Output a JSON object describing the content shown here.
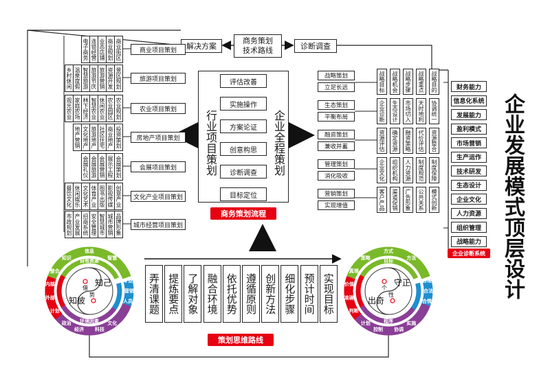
{
  "top": {
    "center_line1": "商务策划",
    "center_line2": "技术路线",
    "left": "解决方案",
    "right": "诊断调查"
  },
  "left_projects": [
    {
      "label": "商业项目策划",
      "cells": [
        "电子商务",
        "连锁经营",
        "业态店铺",
        "商业规划",
        "商业街区"
      ]
    },
    {
      "label": "旅游项目策划",
      "cells": [
        "乡村休闲",
        "温泉度假",
        "智慧旅游",
        "旅游节庆",
        "旅游营销",
        "资源开发",
        "景区规划"
      ]
    },
    {
      "label": "农业项目策划",
      "cells": [
        "观光农业",
        "家庭农场",
        "林下经济",
        "智慧农业",
        "休闲农业",
        "农业园区",
        "农业规划"
      ]
    },
    {
      "label": "房地产项目策划",
      "cells": [
        "地产营销",
        "文化地产",
        "旅游地产",
        "社区住宅",
        "商业地产",
        "投资策划"
      ]
    },
    {
      "label": "会展项目策划",
      "cells": [
        "会展礼仪",
        "会展旅游",
        "会展营销",
        "展示工程",
        "会展策划"
      ]
    },
    {
      "label": "文化产业项目策划",
      "cells": [
        "餐饮文化",
        "休闲娱乐",
        "文化艺术",
        "体育产业",
        "图书出版",
        "影视传媒",
        "创意产业"
      ]
    },
    {
      "label": "城市经营项目策划",
      "cells": [
        "市政规划",
        "产业发展",
        "招商系统",
        "安全管理",
        "智慧城市",
        "城市营销",
        "品牌形象"
      ]
    }
  ],
  "industry_title": "行业项目策划",
  "process_steps": [
    "评估改善",
    "实施操作",
    "方案论证",
    "创意构思",
    "诊断调查",
    "目标定位"
  ],
  "process_label": "商务策划流程",
  "enterprise_title": "企业全程策划",
  "right_pairs": [
    {
      "a": "战略策划",
      "b": "立足长远",
      "cells": [
        "战略目标",
        "战略机会",
        "战略步骤",
        "战略重点",
        "战略目的"
      ]
    },
    {
      "a": "生态策划",
      "b": "平衡布局",
      "cells": [
        "企业诊断",
        "生态设计",
        "市场切入",
        "天时地利",
        "协调统一"
      ]
    },
    {
      "a": "融资策划",
      "b": "兼收并蓄",
      "cells": [
        "资源评估",
        "确定资源",
        "融资策略",
        "代价评估",
        "资源整合"
      ]
    },
    {
      "a": "管理策划",
      "b": "消化吸收",
      "cells": [
        "企业文化",
        "组织机构",
        "人力资源",
        "制度规范",
        "制度保障"
      ]
    },
    {
      "a": "营销策划",
      "b": "实现增值",
      "cells": [
        "客户产品",
        "渠道促销",
        "广告形象",
        "公共关系",
        "模式创新"
      ]
    }
  ],
  "abilities": [
    "财务能力",
    "信息化系统",
    "发展能力",
    "盈利模式",
    "市场营销",
    "生产运作",
    "技术研发",
    "生态设计",
    "企业文化",
    "人力资源",
    "组织管理",
    "战略能力"
  ],
  "diagnosis_label": "企业诊断系统",
  "vertical_title": "企业发展模式顶层设计",
  "thinking_steps": [
    "弄清课题",
    "提炼要点",
    "了解对象",
    "融合环境",
    "依托优势",
    "遵循原则",
    "创新方法",
    "细化步骤",
    "预计时间",
    "实现目标"
  ],
  "thinking_label": "策划思维路线",
  "left_circle": {
    "inner1": "知己",
    "inner2": "知彼",
    "mid1": "借",
    "mid2": "势",
    "ring_top": [
      "知识",
      "信息",
      "智慧"
    ],
    "ring_top2": "自有资源",
    "ring_left": [
      "计划",
      "外部",
      "内部",
      "整合"
    ],
    "ring_bottom": "环境因素",
    "ring_bottom2": [
      "政治",
      "经济",
      "科技",
      "文化"
    ],
    "ring_right": [
      "专业",
      "营销",
      "人员"
    ]
  },
  "right_circle": {
    "inner1": "守正",
    "inner2": "出奇",
    "mid1": "个",
    "mid2": "性",
    "ring_top": [
      "策略",
      "方式",
      "方法"
    ],
    "ring_top2": "目标",
    "ring_left": [
      "判断",
      "准确",
      "价值",
      "真理"
    ],
    "ring_bottom": "程序",
    "ring_bottom2": [
      "计划",
      "控制",
      "协调",
      "实施"
    ],
    "ring_right": [
      "合理",
      "合法",
      "合情"
    ]
  },
  "colors": {
    "red": "#e60012",
    "blue": "#1e8fd0",
    "green": "#7ab929",
    "purple": "#8a3f96",
    "line": "#222222"
  }
}
